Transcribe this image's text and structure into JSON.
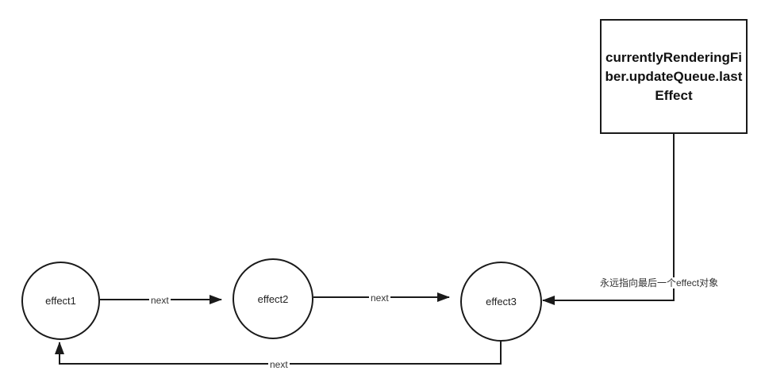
{
  "nodes": {
    "effect1": "effect1",
    "effect2": "effect2",
    "effect3": "effect3",
    "pointer_box": "currentlyRenderingFiber.updateQueue.lastEffect"
  },
  "edges": {
    "e1_to_e2": "next",
    "e2_to_e3": "next",
    "e3_to_e1": "next",
    "box_to_e3": "永远指向最后一个effect对象"
  }
}
